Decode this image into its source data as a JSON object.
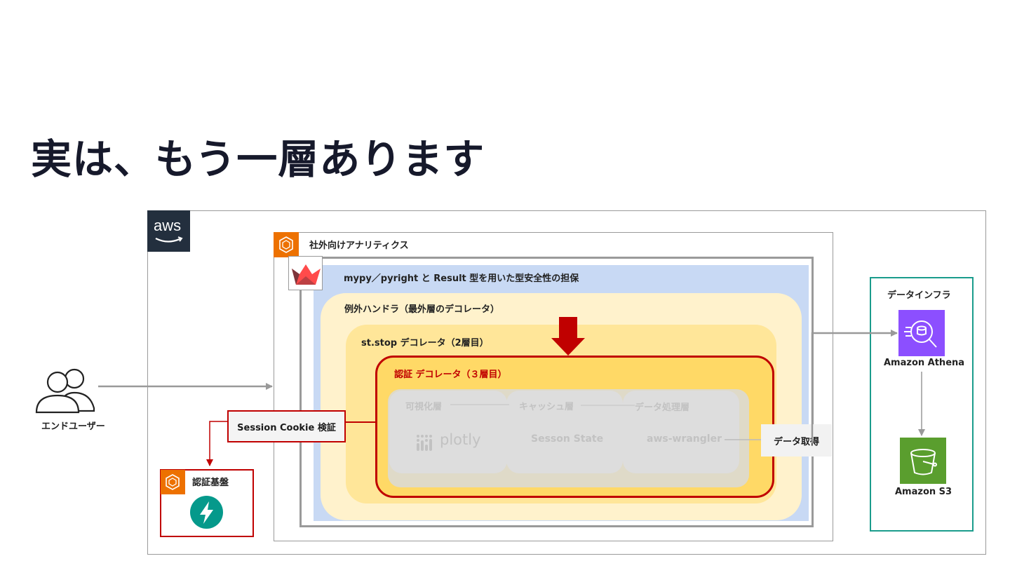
{
  "title": "実は、もう一層あります",
  "aws": {
    "logo_text": "aws"
  },
  "users": {
    "label": "エンドユーザー"
  },
  "external_analytics": {
    "label": "社外向けアナリティクス"
  },
  "layers": {
    "outer": "mypy／pyright と Result 型を用いた型安全性の担保",
    "exception_handler": "例外ハンドラ（最外層のデコレータ）",
    "st_stop": "st.stop デコレータ（2層目）",
    "auth": "認証 デコレータ（３層目）"
  },
  "app_layers": {
    "visualization": {
      "label": "可視化層",
      "content": "plotly"
    },
    "cache": {
      "label": "キャッシュ層",
      "content": "Sesson State"
    },
    "data_processing": {
      "label": "データ処理層",
      "content": "aws-wrangler"
    }
  },
  "session_cookie": "Session Cookie 検証",
  "auth_base": {
    "label": "認証基盤"
  },
  "data_fetch": "データ取得",
  "data_infra": {
    "label": "データインフラ",
    "athena": "Amazon Athena",
    "s3": "Amazon S3"
  },
  "colors": {
    "accent_red": "#c00000",
    "aws_orange": "#ed7100",
    "athena_purple": "#8c4fff",
    "s3_green": "#5a9e2e",
    "infra_teal": "#1a9c8c"
  }
}
